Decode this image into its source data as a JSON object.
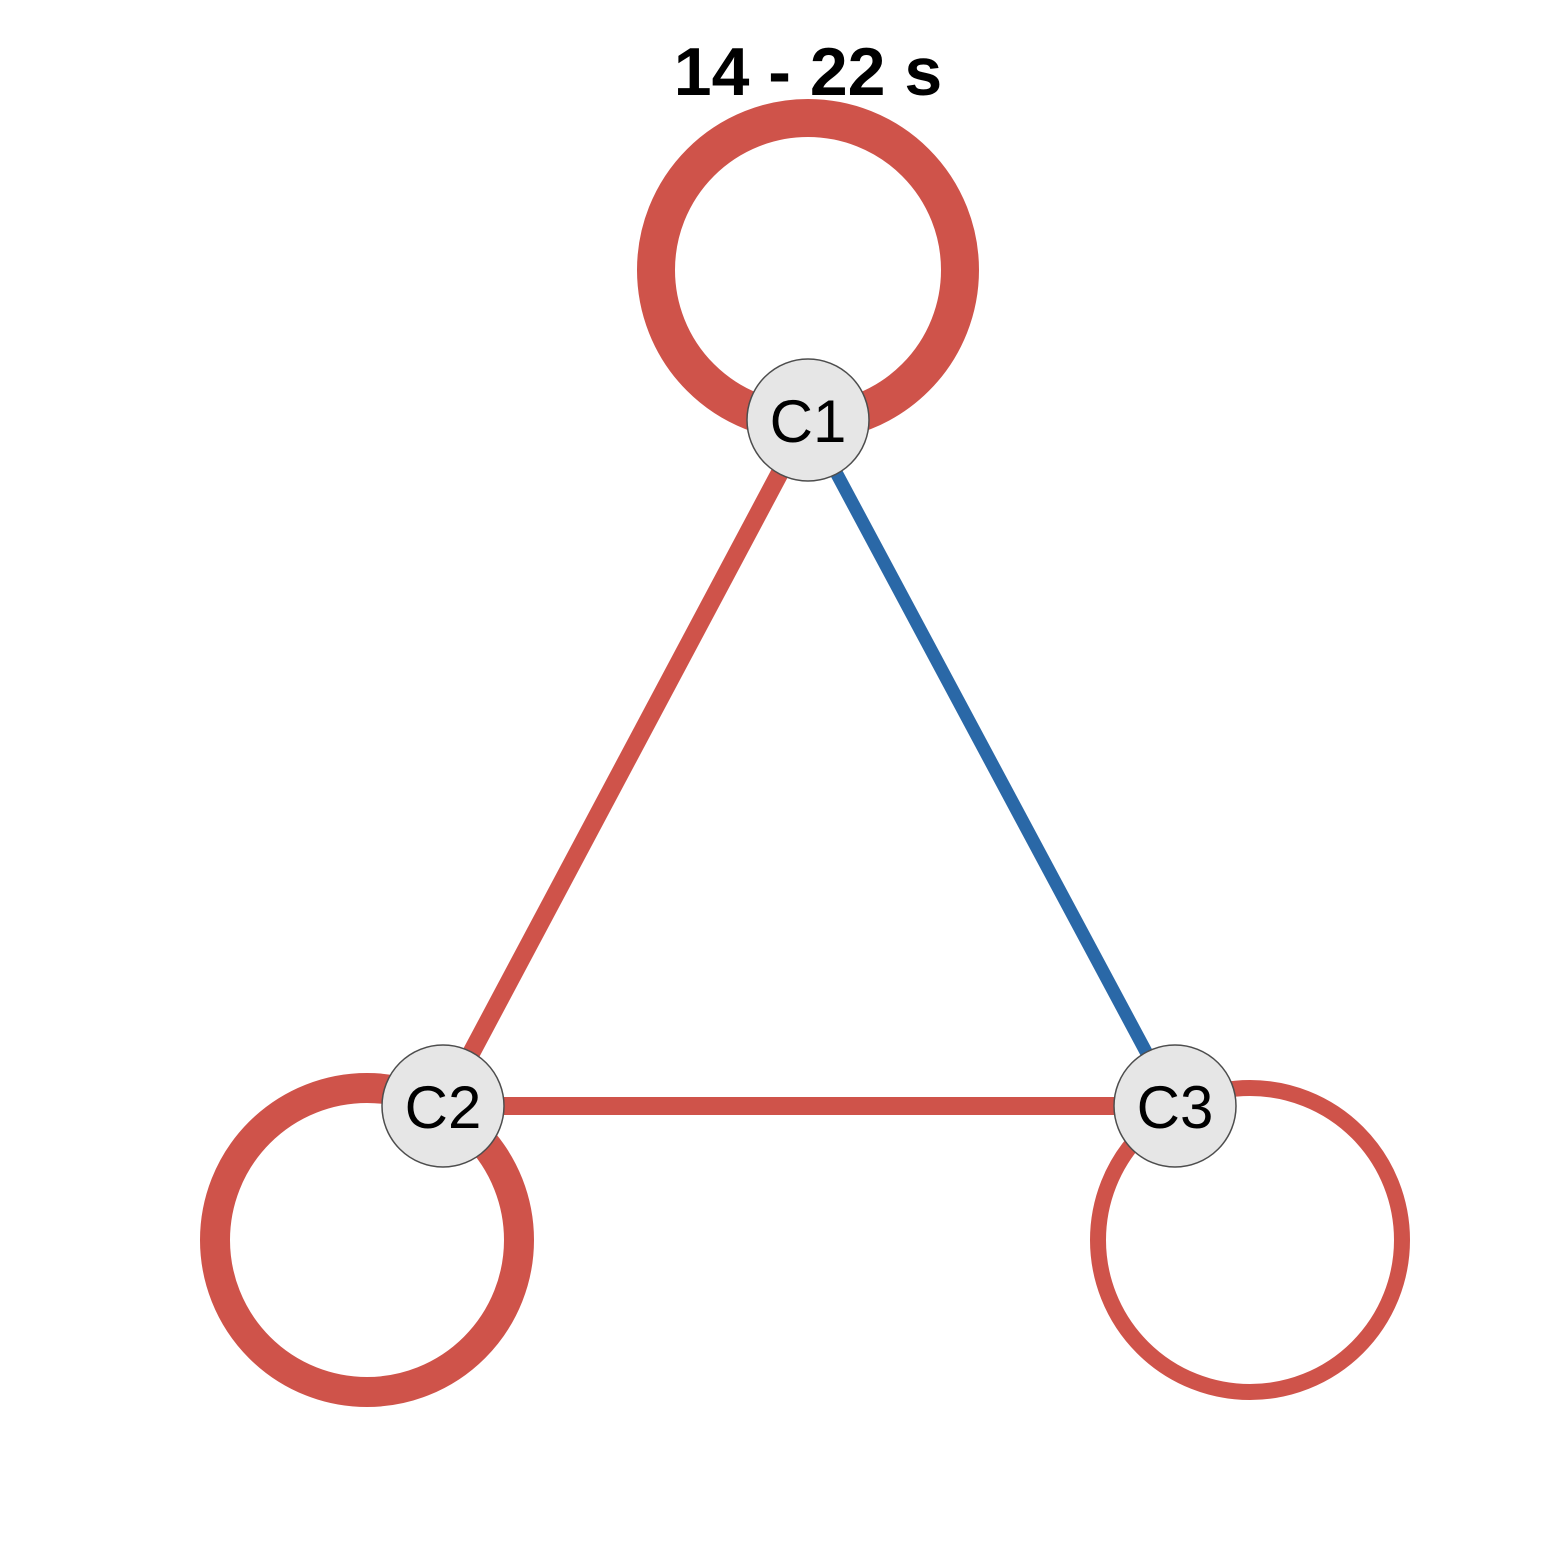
{
  "title": "14 - 22 s",
  "colors": {
    "positive": "#CF534A",
    "negative": "#2A68A7",
    "node_fill": "#E6E6E6",
    "node_stroke": "#4D4D4D"
  },
  "nodes": [
    {
      "id": "C1",
      "label": "C1"
    },
    {
      "id": "C2",
      "label": "C2"
    },
    {
      "id": "C3",
      "label": "C3"
    }
  ],
  "edges": [
    {
      "from": "C1",
      "to": "C1",
      "sign": "positive",
      "strength": "strong"
    },
    {
      "from": "C2",
      "to": "C2",
      "sign": "positive",
      "strength": "medium"
    },
    {
      "from": "C3",
      "to": "C3",
      "sign": "positive",
      "strength": "weak"
    },
    {
      "from": "C1",
      "to": "C2",
      "sign": "positive",
      "strength": "weak"
    },
    {
      "from": "C1",
      "to": "C3",
      "sign": "negative",
      "strength": "weak"
    },
    {
      "from": "C2",
      "to": "C3",
      "sign": "positive",
      "strength": "weak"
    }
  ]
}
